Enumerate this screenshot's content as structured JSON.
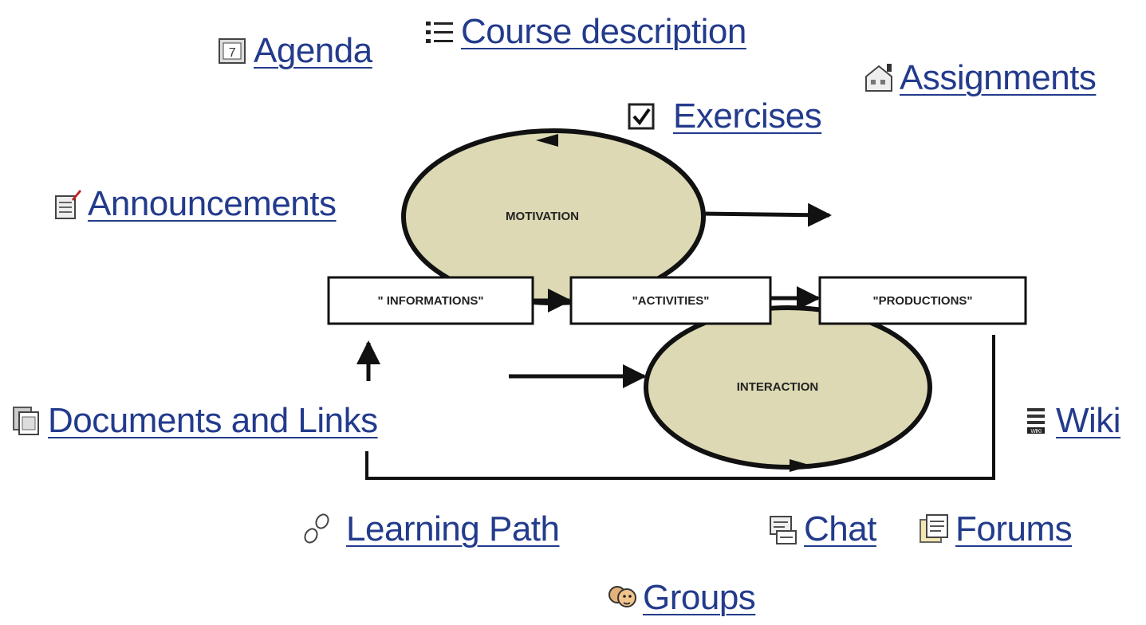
{
  "links": {
    "agenda": {
      "label": "Agenda",
      "icon": "calendar-icon"
    },
    "course_description": {
      "label": "Course description",
      "icon": "list-icon"
    },
    "assignments": {
      "label": "Assignments",
      "icon": "house-icon"
    },
    "exercises": {
      "label": "Exercises",
      "icon": "checkbox-icon"
    },
    "announcements": {
      "label": "Announcements",
      "icon": "notepad-icon"
    },
    "documents_links": {
      "label": "Documents and Links",
      "icon": "documents-icon"
    },
    "wiki": {
      "label": "Wiki",
      "icon": "wiki-icon"
    },
    "learning_path": {
      "label": "Learning Path",
      "icon": "footprints-icon"
    },
    "chat": {
      "label": "Chat",
      "icon": "chat-icon"
    },
    "forums": {
      "label": "Forums",
      "icon": "forum-icon"
    },
    "groups": {
      "label": "Groups",
      "icon": "group-icon"
    }
  },
  "diagram": {
    "motivation": "MOTIVATION",
    "interaction": "INTERACTION",
    "informations": "\" INFORMATIONS\"",
    "activities": "\"ACTIVITIES\"",
    "productions": "\"PRODUCTIONS\""
  },
  "colors": {
    "link": "#233b8c",
    "ellipse_fill": "#dcd9b4",
    "stroke": "#111111"
  }
}
